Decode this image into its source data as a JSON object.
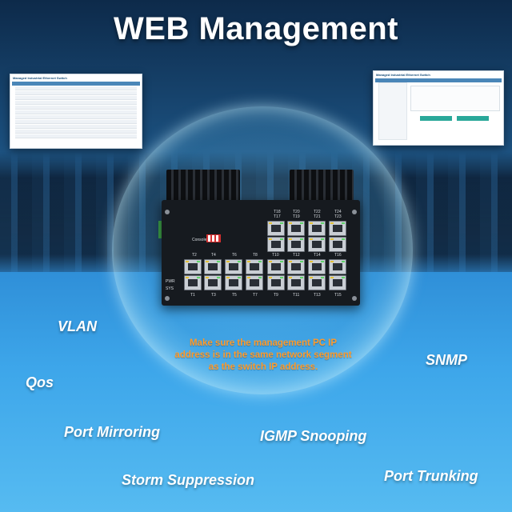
{
  "title": "WEB Management",
  "left_panel": {
    "title": "Managed Industrial Ethernet Switch"
  },
  "right_panel": {
    "title": "Managed Industrial Ethernet Switch"
  },
  "device": {
    "console_label": "Console",
    "pwr_label": "PWR",
    "sys_label": "SYS",
    "top_ports_top": [
      "T18",
      "T20",
      "T22",
      "T24"
    ],
    "top_ports_bottom": [
      "T17",
      "T19",
      "T21",
      "T23"
    ],
    "mid_left_labels": [
      "T2",
      "T4",
      "T6",
      "T8"
    ],
    "mid_right_labels": [
      "T10",
      "T12",
      "T14",
      "T16"
    ],
    "bottom_labels": [
      "T1",
      "T3",
      "T5",
      "T7",
      "T9",
      "T11",
      "T13",
      "T15"
    ]
  },
  "notice": {
    "line1": "Make sure the management PC IP",
    "line2": "address is in the same network segment",
    "line3": "as the switch IP address."
  },
  "features": {
    "vlan": "VLAN",
    "qos": "Qos",
    "snmp": "SNMP",
    "port_mirroring": "Port Mirroring",
    "igmp_snooping": "IGMP Snooping",
    "storm_suppression": "Storm Suppression",
    "port_trunking": "Port Trunking"
  },
  "colors": {
    "notice": "#ff9a2b",
    "title": "#ffffff",
    "accent_green": "#2aa89a"
  }
}
